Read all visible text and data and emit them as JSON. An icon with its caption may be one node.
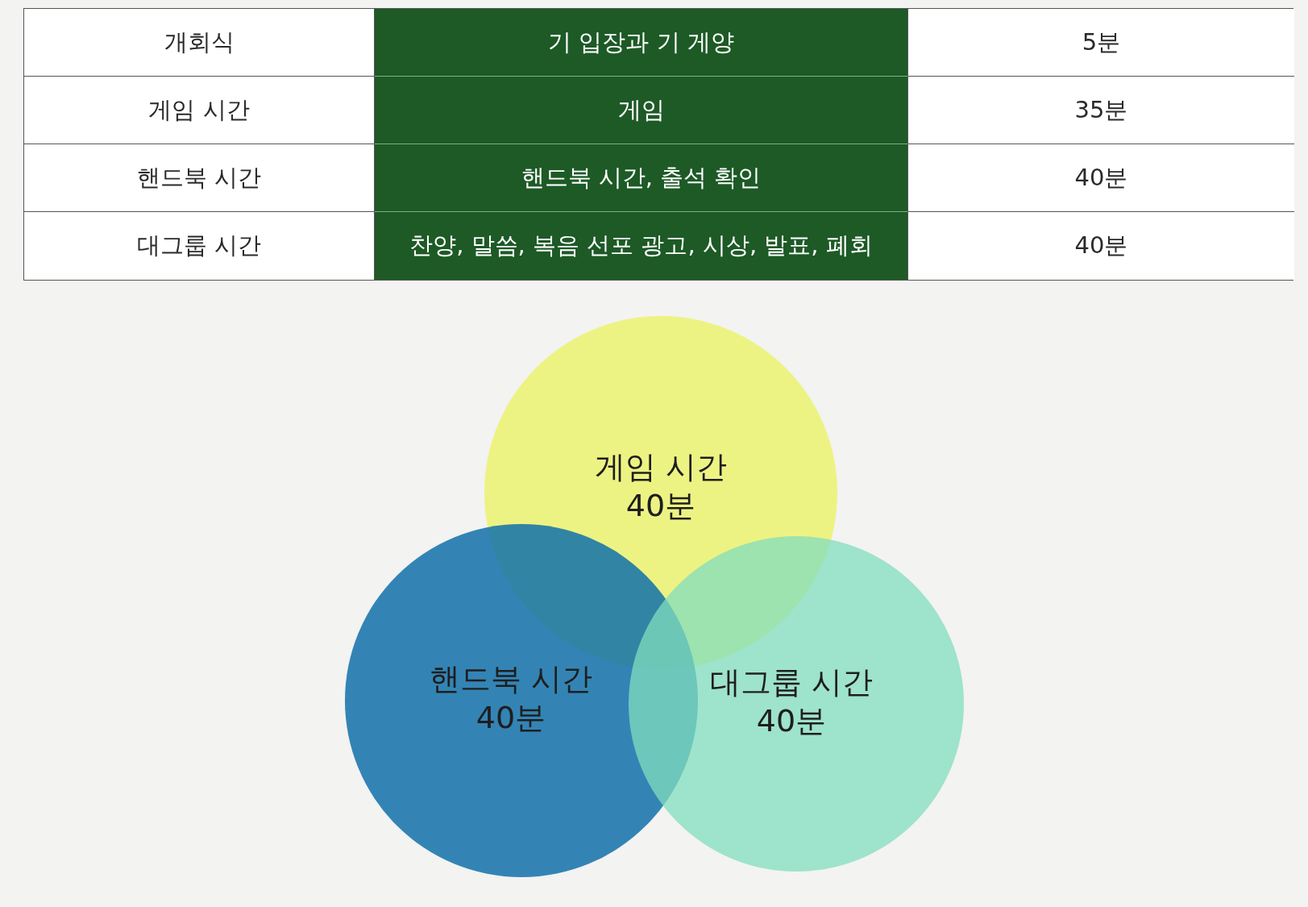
{
  "diagram": {
    "nodes": [
      {
        "text": [
          "게임 시간",
          "40분"
        ]
      },
      {
        "text": [
          "핸드북 시간",
          "40분"
        ]
      },
      {
        "text": [
          "대그룹 시간",
          "40분"
        ]
      }
    ],
    "labels": [
      "개회식",
      "기 입장과 기 게양",
      "5분",
      "게임 시간",
      "게임",
      "35분",
      "핸드북 시간",
      "핸드북 시간, 출석 확인",
      "40분",
      "대그룹 시간",
      "찬양, 말씀, 복음 선포 광고, 시상, 발표, 폐회",
      "40분"
    ]
  }
}
